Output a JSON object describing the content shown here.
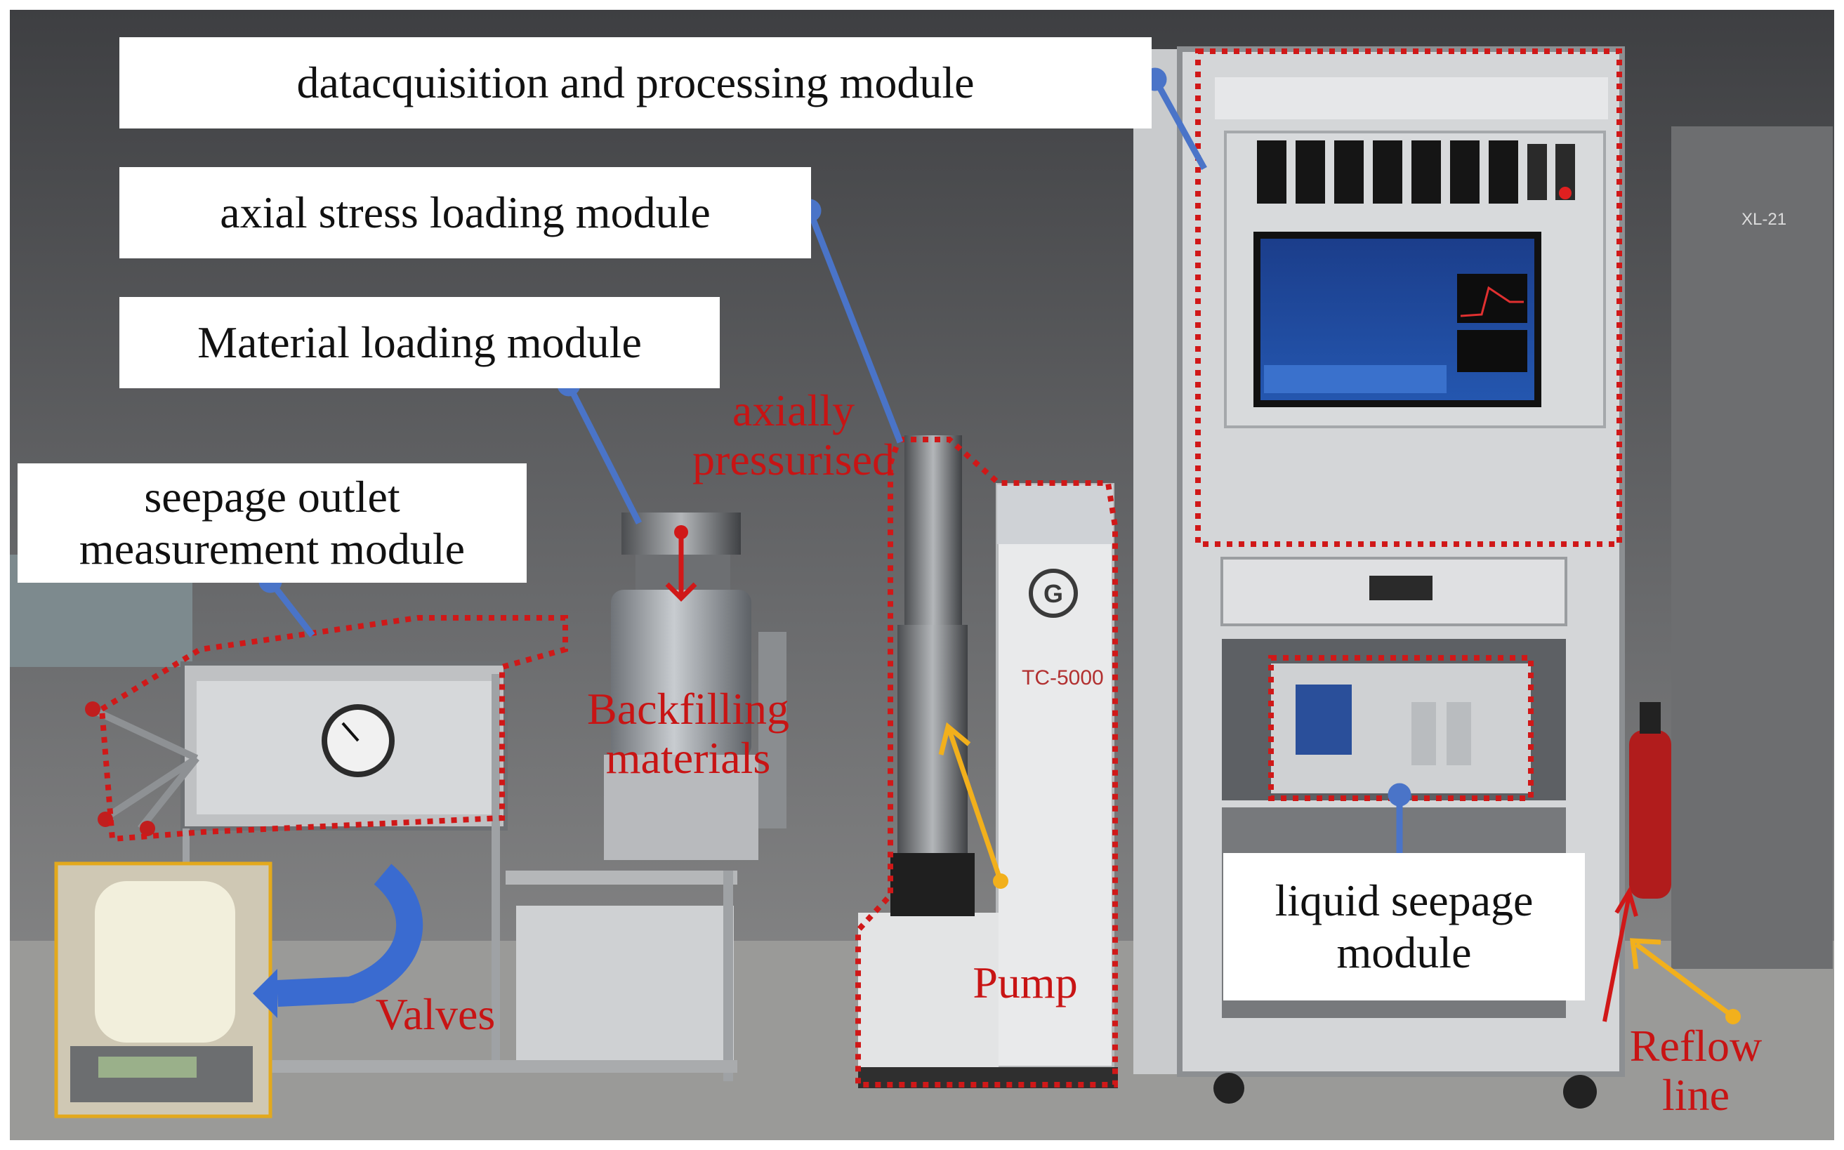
{
  "colors": {
    "red_text": "#c81414",
    "module_outline": "#d01818",
    "leader_line": "#4a74c8",
    "arrow_yellow": "#f2b01c",
    "arrow_red": "#d01818",
    "arrow_blue": "#3a6bd0",
    "inset_border": "#e3a91c"
  },
  "labels": {
    "data_module": "datacquisition and processing module",
    "axial_module": "axial stress loading module",
    "material_module": "Material loading module",
    "seepage_outlet_line1": "seepage outlet",
    "seepage_outlet_line2": "measurement module",
    "liquid_seepage_line1": "liquid seepage",
    "liquid_seepage_line2": "module"
  },
  "annotations": {
    "axially_line1": "axially",
    "axially_line2": "pressurised",
    "backfilling_line1": "Backfilling",
    "backfilling_line2": "materials",
    "pump": "Pump",
    "valves": "Valves",
    "reflow_line1": "Reflow",
    "reflow_line2": "line"
  },
  "equipment_text": {
    "pump_model": "TC-5000",
    "pump_logo": "G",
    "wall_sign": "XL-21"
  }
}
